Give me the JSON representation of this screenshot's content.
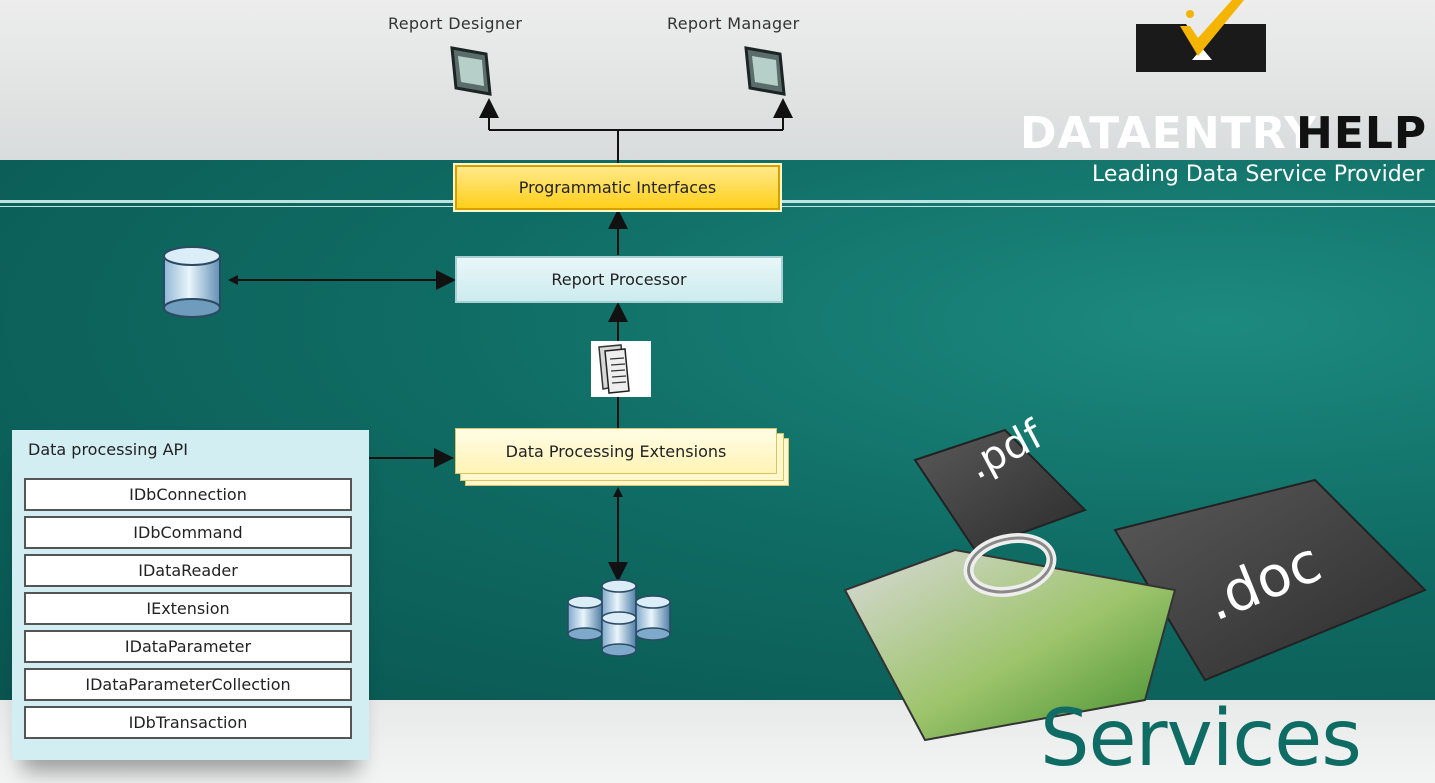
{
  "diagram": {
    "top_nodes": [
      {
        "id": "report-designer",
        "label": "Report Designer"
      },
      {
        "id": "report-manager",
        "label": "Report Manager"
      }
    ],
    "programmatic_interfaces": "Programmatic Interfaces",
    "report_processor": "Report Processor",
    "data_processing_extensions": "Data Processing Extensions",
    "api_panel": {
      "title": "Data processing API",
      "items": [
        "IDbConnection",
        "IDbCommand",
        "IDataReader",
        "IExtension",
        "IDataParameter",
        "IDataParameterCollection",
        "IDbTransaction"
      ]
    }
  },
  "brand": {
    "name_part1": "DATAENTRY",
    "name_part2": "HELP",
    "tagline": "Leading Data Service Provider",
    "accent_color": "#f5b400",
    "dark_color": "#1a1a1a"
  },
  "decor": {
    "pdf_label": ".pdf",
    "doc_label": ".doc",
    "services_text": "Services"
  },
  "colors": {
    "teal": "#0f6c64",
    "highlight_yellow": "#ffd21f",
    "processor_blue": "#cdebee"
  }
}
